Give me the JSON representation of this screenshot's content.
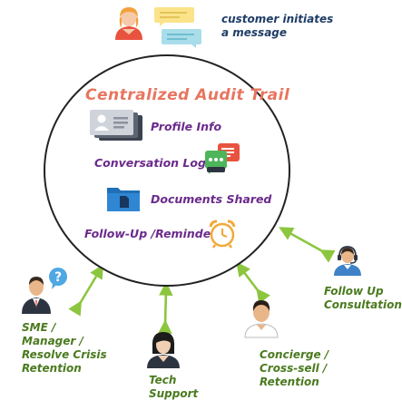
{
  "top_message": {
    "line1": "customer initiates",
    "line2": "a message"
  },
  "circle": {
    "title": "Centralized Audit Trail",
    "items": [
      {
        "label": "Profile Info",
        "icon": "profile-card-icon"
      },
      {
        "label": "Conversation Logs",
        "icon": "chat-bubbles-icon"
      },
      {
        "label": "Documents Shared",
        "icon": "folder-icon"
      },
      {
        "label": "Follow-Up /Reminder",
        "icon": "alarm-clock-icon"
      }
    ]
  },
  "roles": {
    "sme": {
      "lines": [
        "SME /",
        "Manager /",
        "Resolve Crisis",
        "Retention"
      ]
    },
    "tech": {
      "lines": [
        "Tech",
        "Support"
      ]
    },
    "concierge": {
      "lines": [
        "Concierge /",
        "Cross-sell /",
        "Retention"
      ]
    },
    "followup": {
      "lines": [
        "Follow Up",
        "Consultation"
      ]
    }
  },
  "colors": {
    "title": "#e8755f",
    "items": "#6b2a8c",
    "roles": "#4a7a1e",
    "top_text": "#1f3d66",
    "arrows": "#8cc63f",
    "circle": "#222222"
  }
}
